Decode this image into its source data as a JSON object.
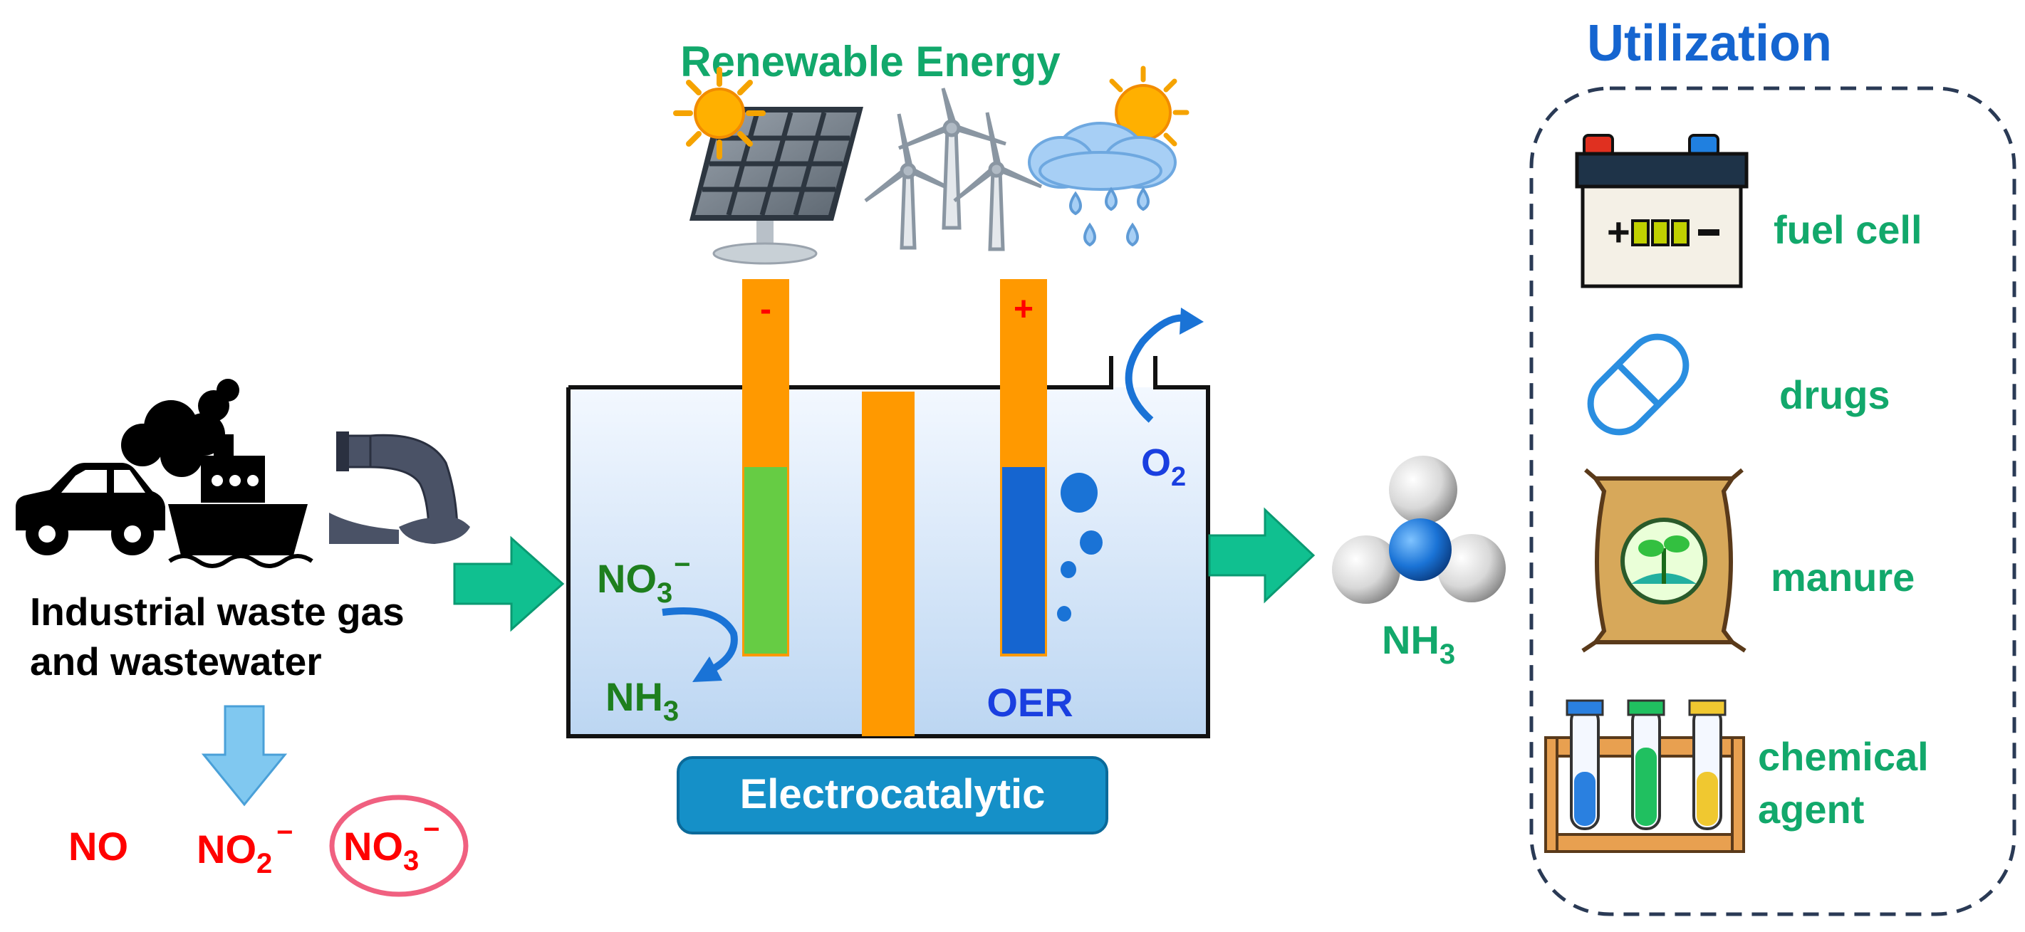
{
  "title": "Renewable Energy",
  "source": {
    "line1": "Industrial waste gas",
    "line2": "and wastewater",
    "species": [
      {
        "base": "NO",
        "sub": "",
        "sup": ""
      },
      {
        "base": "NO",
        "sub": "2",
        "sup": "−"
      },
      {
        "base": "NO",
        "sub": "3",
        "sup": "−"
      }
    ]
  },
  "cell": {
    "cathode_sign": "-",
    "anode_sign": "+",
    "reactant": {
      "base": "NO",
      "sub": "3",
      "sup": "−"
    },
    "product": {
      "base": "NH",
      "sub": "3"
    },
    "anode_reaction": "OER",
    "gas": {
      "base": "O",
      "sub": "2"
    },
    "caption": "Electrocatalytic"
  },
  "output": {
    "base": "NH",
    "sub": "3"
  },
  "utilization": {
    "title": "Utilization",
    "items": [
      {
        "icon": "battery-icon",
        "line1": "fuel cell",
        "line2": ""
      },
      {
        "icon": "capsule-icon",
        "line1": "drugs",
        "line2": ""
      },
      {
        "icon": "fertilizer-bag-icon",
        "line1": "manure",
        "line2": ""
      },
      {
        "icon": "test-tubes-icon",
        "line1": "chemical",
        "line2": "agent"
      }
    ]
  },
  "colors": {
    "green_text": "#12a86b",
    "dark_green": "#1e7f1e",
    "red": "#ff0000",
    "blue_text": "#1a3fe0",
    "title_blue": "#1565d0",
    "arrow_green": "#10c090",
    "orange": "#ff9900",
    "cathode_green": "#66cc44",
    "anode_blue": "#1565d0",
    "caption_bg": "#1590c8"
  }
}
